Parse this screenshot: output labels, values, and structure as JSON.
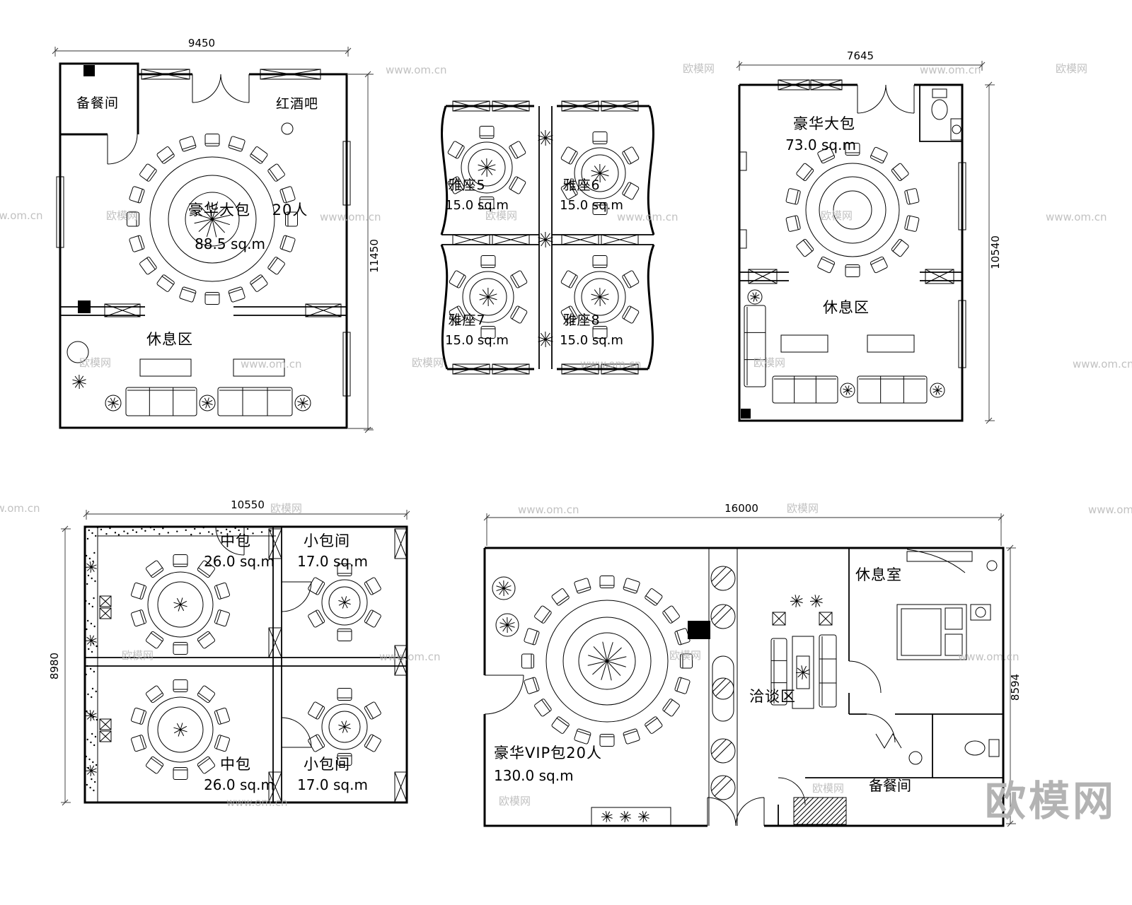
{
  "watermarks": {
    "brand": "欧模网",
    "url": "www.om.cn"
  },
  "plan_top_left": {
    "dim_width": "9450",
    "dim_height": "11450",
    "prep_room": "备餐间",
    "wine_bar": "红酒吧",
    "room_name": "豪华大包",
    "capacity": "20人",
    "area": "88.5 sq.m",
    "rest_area": "休息区"
  },
  "plan_top_mid": {
    "rooms": [
      {
        "name": "雅座5",
        "area": "15.0 sq.m"
      },
      {
        "name": "雅座6",
        "area": "15.0 sq.m"
      },
      {
        "name": "雅座7",
        "area": "15.0 sq.m"
      },
      {
        "name": "雅座8",
        "area": "15.0 sq.m"
      }
    ]
  },
  "plan_top_right": {
    "dim_width": "7645",
    "dim_height": "10540",
    "room_name": "豪华大包",
    "area": "73.0 sq.m",
    "rest_area": "休息区"
  },
  "plan_bottom_left": {
    "dim_width": "10550",
    "dim_height": "8980",
    "rooms": [
      {
        "name": "中包",
        "area": "26.0 sq.m"
      },
      {
        "name": "小包间",
        "area": "17.0 sq.m"
      },
      {
        "name": "中包",
        "area": "26.0 sq.m"
      },
      {
        "name": "小包间",
        "area": "17.0 sq.m"
      }
    ]
  },
  "plan_bottom_right": {
    "dim_width": "16000",
    "dim_height": "8594",
    "room_name": "豪华VIP包20人",
    "area": "130.0 sq.m",
    "negotiation_area": "洽谈区",
    "lounge": "休息室",
    "prep_room": "备餐间"
  }
}
